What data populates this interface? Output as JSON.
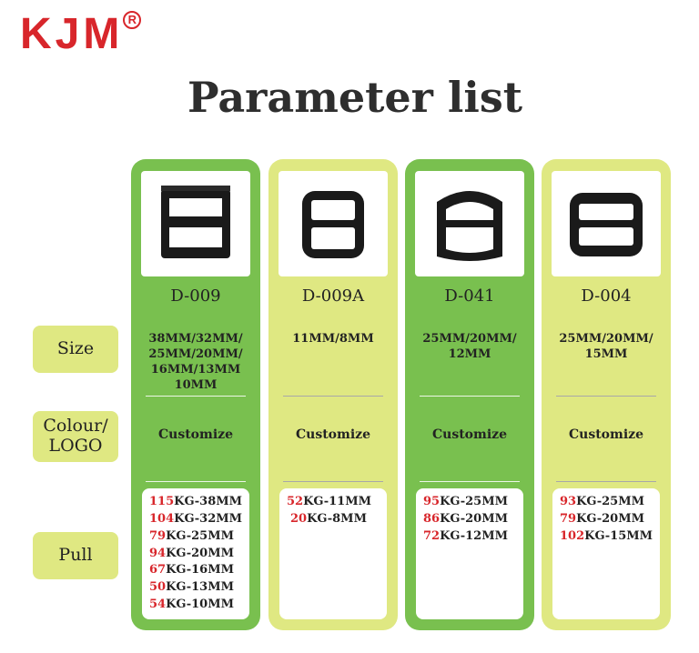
{
  "brand": {
    "name": "KJM",
    "reg": "R"
  },
  "title": "Parameter list",
  "row_labels": {
    "size": "Size",
    "colour_line1": "Colour/",
    "colour_line2": "LOGO",
    "pull": "Pull"
  },
  "products": [
    {
      "model": "D-009",
      "theme": "dark",
      "icon": "buckle-square-icon",
      "size_lines": [
        "38MM/32MM/",
        "25MM/20MM/",
        "16MM/13MM",
        "10MM"
      ],
      "colour": "Customize",
      "pull": [
        {
          "num": "115",
          "rest": "KG-38MM"
        },
        {
          "num": "104",
          "rest": "KG-32MM"
        },
        {
          "num": "79",
          "rest": "KG-25MM"
        },
        {
          "num": "94",
          "rest": "KG-20MM"
        },
        {
          "num": "67",
          "rest": "KG-16MM"
        },
        {
          "num": "50",
          "rest": "KG-13MM"
        },
        {
          "num": "54",
          "rest": "KG-10MM"
        }
      ]
    },
    {
      "model": "D-009A",
      "theme": "light",
      "icon": "buckle-rounded-icon",
      "size_lines": [
        "11MM/8MM"
      ],
      "colour": "Customize",
      "pull": [
        {
          "num": "52",
          "rest": "KG-11MM"
        },
        {
          "num": "20",
          "rest": "KG-8MM"
        }
      ]
    },
    {
      "model": "D-041",
      "theme": "dark",
      "icon": "buckle-curved-icon",
      "size_lines": [
        "25MM/20MM/",
        "12MM"
      ],
      "colour": "Customize",
      "pull": [
        {
          "num": "95",
          "rest": "KG-25MM"
        },
        {
          "num": "86",
          "rest": "KG-20MM"
        },
        {
          "num": "72",
          "rest": "KG-12MM"
        }
      ]
    },
    {
      "model": "D-004",
      "theme": "light",
      "icon": "buckle-wide-icon",
      "size_lines": [
        "25MM/20MM/",
        "15MM"
      ],
      "colour": "Customize",
      "pull": [
        {
          "num": "93",
          "rest": "KG-25MM"
        },
        {
          "num": "79",
          "rest": "KG-20MM"
        },
        {
          "num": "102",
          "rest": "KG-15MM"
        }
      ]
    }
  ]
}
